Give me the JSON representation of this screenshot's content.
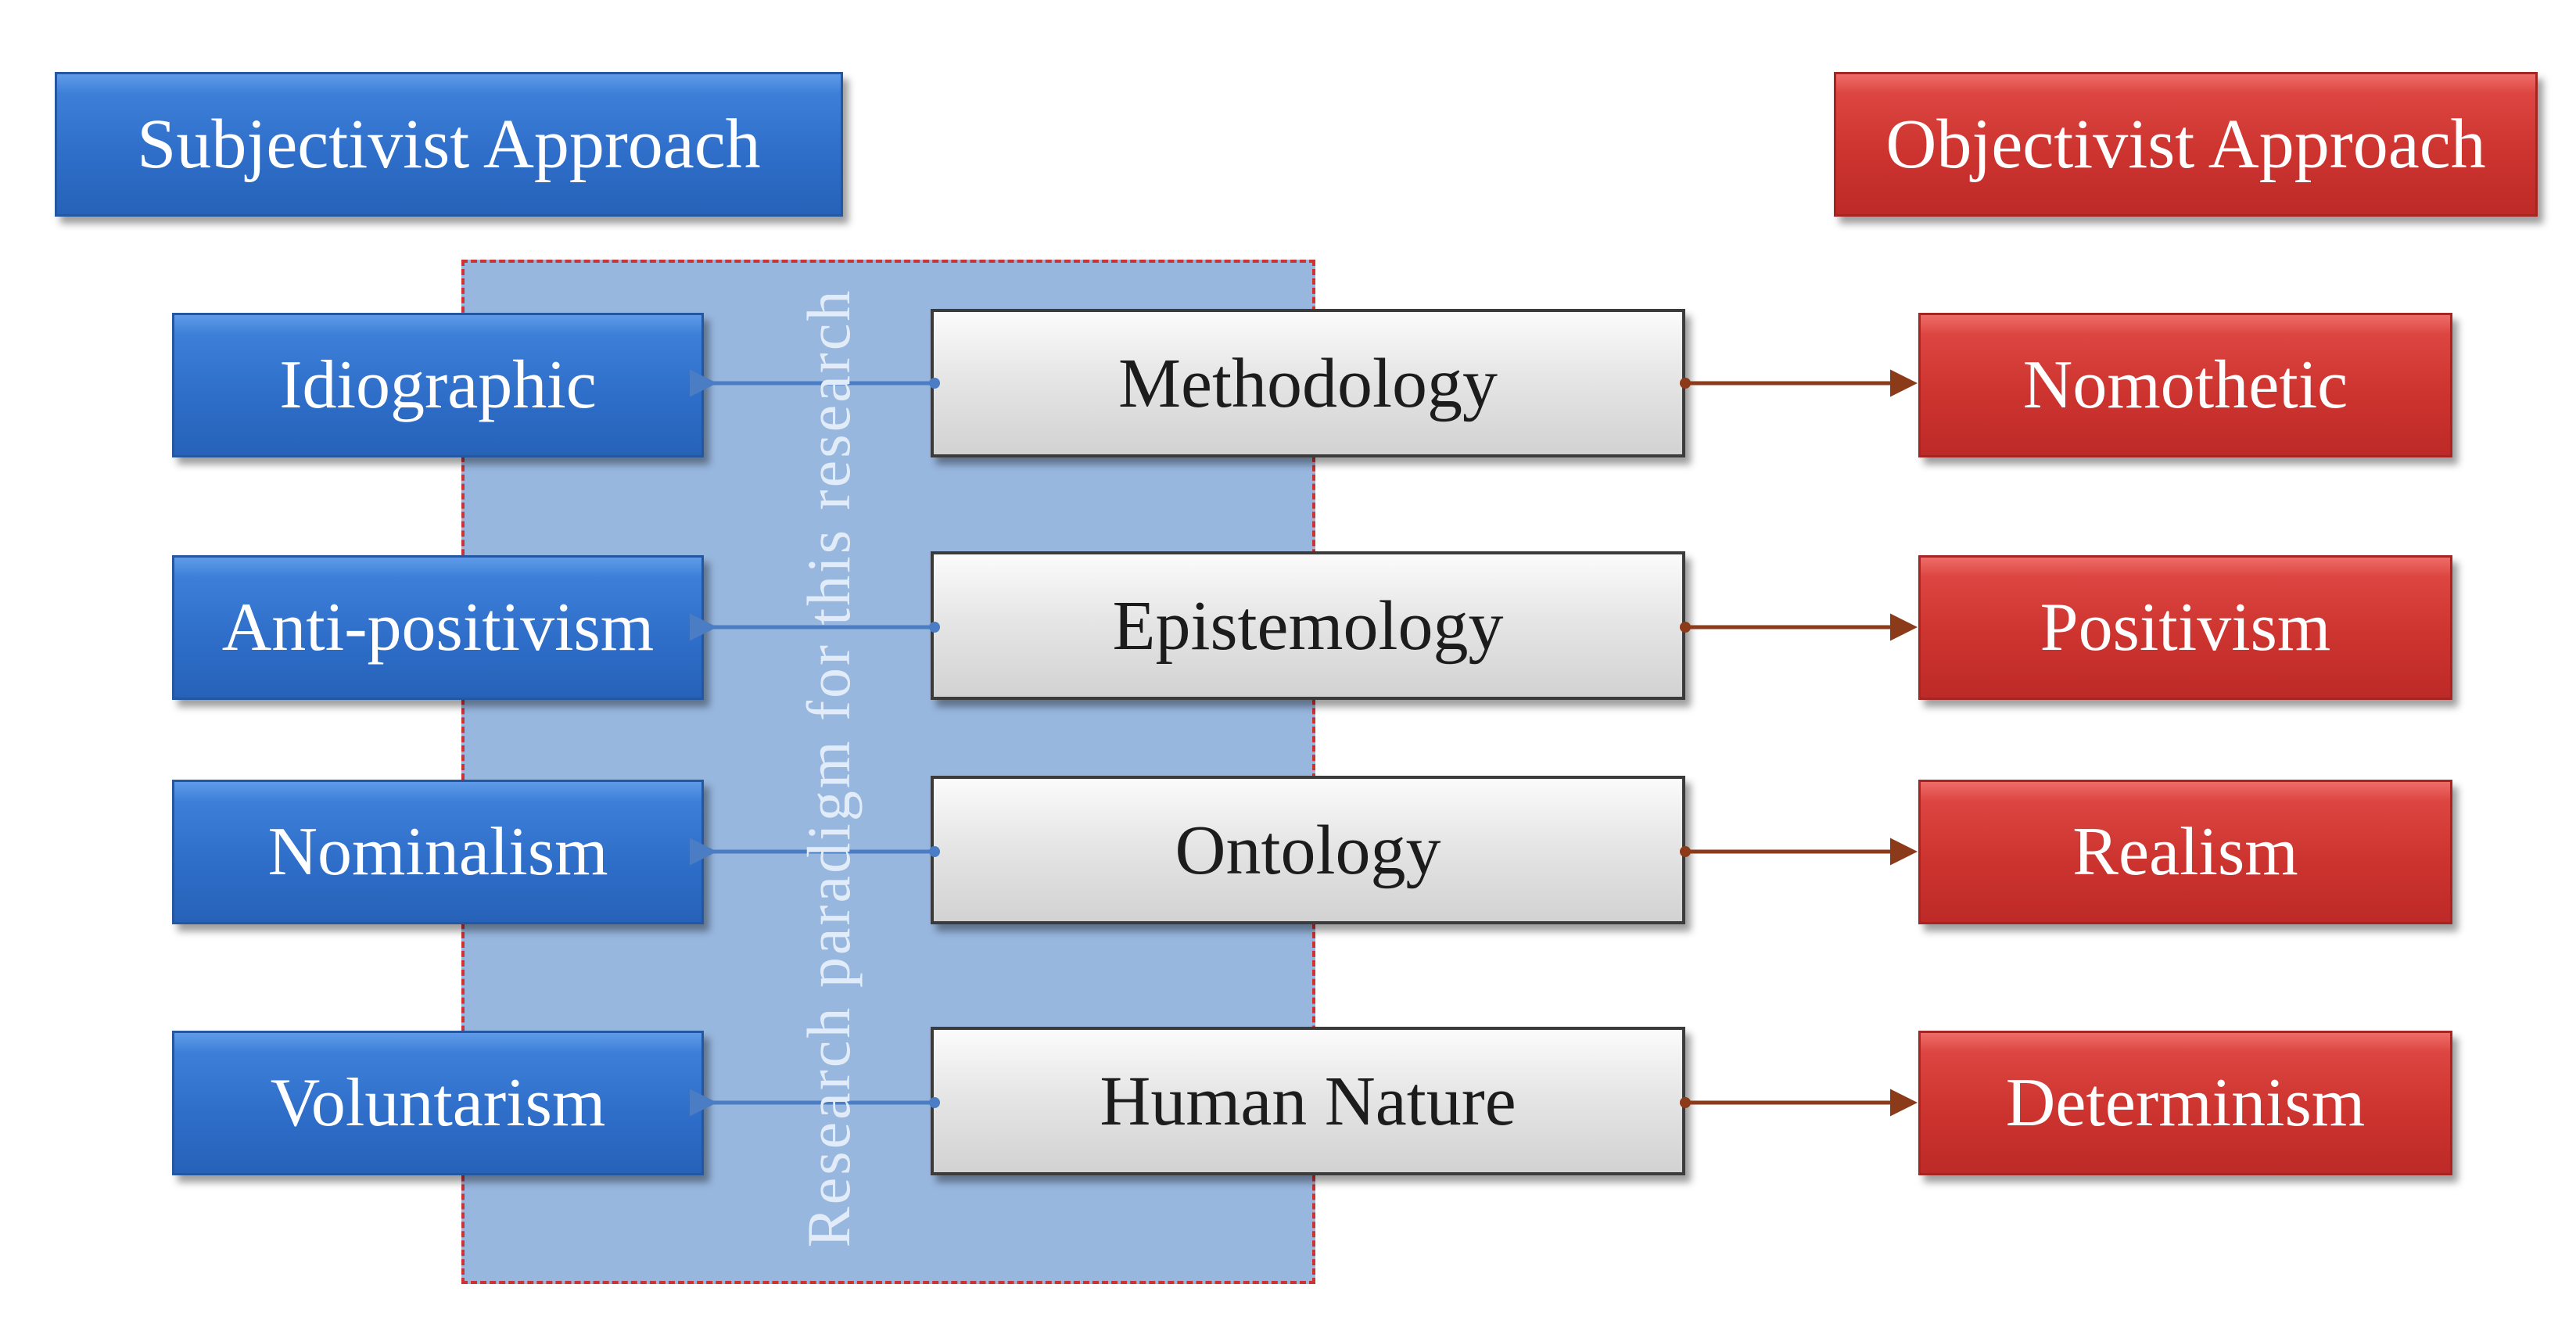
{
  "subjectivist_header": "Subjectivist Approach",
  "objectivist_header": "Objectivist Approach",
  "paradigm_label": "Research paradigm for this research",
  "rows": [
    {
      "center": "Methodology",
      "subjectivist": "Idiographic",
      "objectivist": "Nomothetic"
    },
    {
      "center": "Epistemology",
      "subjectivist": "Anti-positivism",
      "objectivist": "Positivism"
    },
    {
      "center": "Ontology",
      "subjectivist": "Nominalism",
      "objectivist": "Realism"
    },
    {
      "center": "Human Nature",
      "subjectivist": "Voluntarism",
      "objectivist": "Determinism"
    }
  ],
  "colors": {
    "subjectivist_blue": "#2f6fca",
    "objectivist_red": "#cd3430",
    "center_grey": "#dcdcdc",
    "paradigm_region": "#98b7df",
    "paradigm_border": "#cc3333",
    "arrow_left": "#4a7dc4",
    "arrow_right": "#8b3a1a"
  }
}
